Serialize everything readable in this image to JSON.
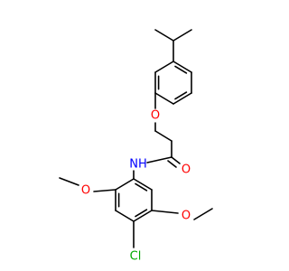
{
  "molecule": {
    "atoms": [
      {
        "id": "oxygen-ether",
        "label": "O",
        "color": "#ff0000"
      },
      {
        "id": "oxygen-carbonyl",
        "label": "O",
        "color": "#ff0000"
      },
      {
        "id": "amide-nh",
        "label": "NH",
        "color": "#0000ff"
      },
      {
        "id": "oxygen-methoxy-left",
        "label": "O",
        "color": "#ff0000"
      },
      {
        "id": "oxygen-methoxy-right",
        "label": "O",
        "color": "#ff0000"
      },
      {
        "id": "chlorine",
        "label": "Cl",
        "color": "#00aa00"
      }
    ],
    "bond_color": "#000000",
    "background": "#ffffff"
  }
}
